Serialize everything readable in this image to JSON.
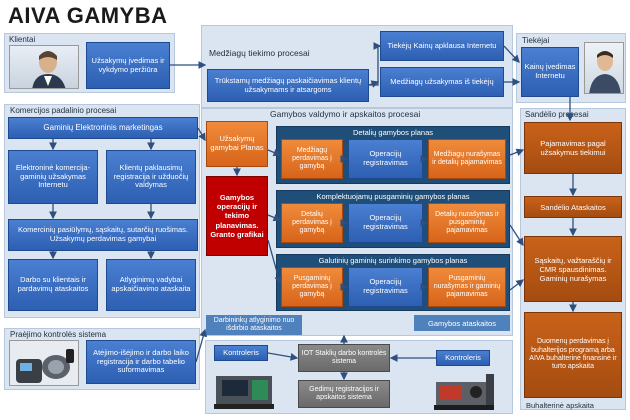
{
  "title": "AIVA GAMYBA",
  "clients": {
    "label": "Klientai",
    "box": "Užsakymų įvedimas ir vykdymo peržiūra"
  },
  "suppliers": {
    "label": "Tiekėjai",
    "box": "Kainų įvedimas Internetu"
  },
  "materials": {
    "title": "Medžiagų tiekimo procesai",
    "main": "Trūkstamų medžiagų paskaičiavimas klientų užsakymams ir atsargoms",
    "price_survey": "Tiekėjų Kainų apklausa Internetu",
    "orders": "Medžiagų užsakymas iš tiekėjų"
  },
  "commerce": {
    "title": "Komercijos padalinio procesai",
    "marketing": "Gaminių Elektroninis marketingas",
    "ecommerce": "Elektroninė komercija- gaminių užsakymas Internetu",
    "inquiries": "Klientų paklausimų registracija ir užduočių valdymas",
    "docs": "Komercinių pasiūlymų, sąskaitų, sutarčių ruošimas. Užsakymų perdavimas gamybai",
    "client_reports": "Darbo su klientais ir pardavimų ataskaitos",
    "payments": "Atlyginimų vadybai apskaičiavimo ataskaita"
  },
  "production": {
    "title": "Gamybos valdymo ir apskaitos procesai",
    "order_plans": "Užsakymų gamybai Planas",
    "gantt": "Gamybos operacijų ir tekimo planavimas. Granto grafikai",
    "detail_plan": {
      "title": "Detalių gamybos planas",
      "c1": "Medžiagų perdavimas į gamybą",
      "c2": "Operacijų registravimas",
      "c3": "Medžiagų nurašymas ir detalių pajamavimas"
    },
    "semi_plan": {
      "title": "Komplektuojamų pusgaminių gamybos planas",
      "c1": "Detalių perdavimas į gamybą",
      "c2": "Operacijų registravimas",
      "c3": "Detalių nurašymas ir pusgaminių pajamavimas"
    },
    "final_plan": {
      "title": "Galutinių gaminių surinkimo gamybos planas",
      "c1": "Pusgaminių perdavimas į gamybą",
      "c2": "Operacijų registravimas",
      "c3": "Pusgaminių nurašymas ir gaminių pajamavimas"
    },
    "worker_pay": "Darbininkų atlyginimo nuo išdirbio ataskaitos",
    "prod_reports": "Gamybos ataskaitos"
  },
  "warehouse": {
    "title": "Sandėlio procesai",
    "receipt": "Pajamavimas pagal užsakymus tiekimui",
    "reports": "Sandėlio Ataskaitos",
    "invoices": "Sąskaitų, važtaraščių ir CMR spausdinimas. Gaminių nurašymas",
    "transfer": "Duomenų perdavimas į buhalterijos programą arba AIVA buhalterinė finansinė ir turto apskaita",
    "accounting_label": "Buhalterinė apskaita"
  },
  "control": {
    "title": "Praėjimo kontrolės sistema",
    "box": "Atėjimo-išėjimo ir darbo laiko registracija ir darbo tabelio suformavimas"
  },
  "iot": {
    "controller_left": "Kontroleris",
    "controller_right": "Kontroleris",
    "iot_box": "IOT Staklių darbo kontrolės sistema",
    "failures": "Gedimų registracijos ir apskaitos sistema"
  }
}
